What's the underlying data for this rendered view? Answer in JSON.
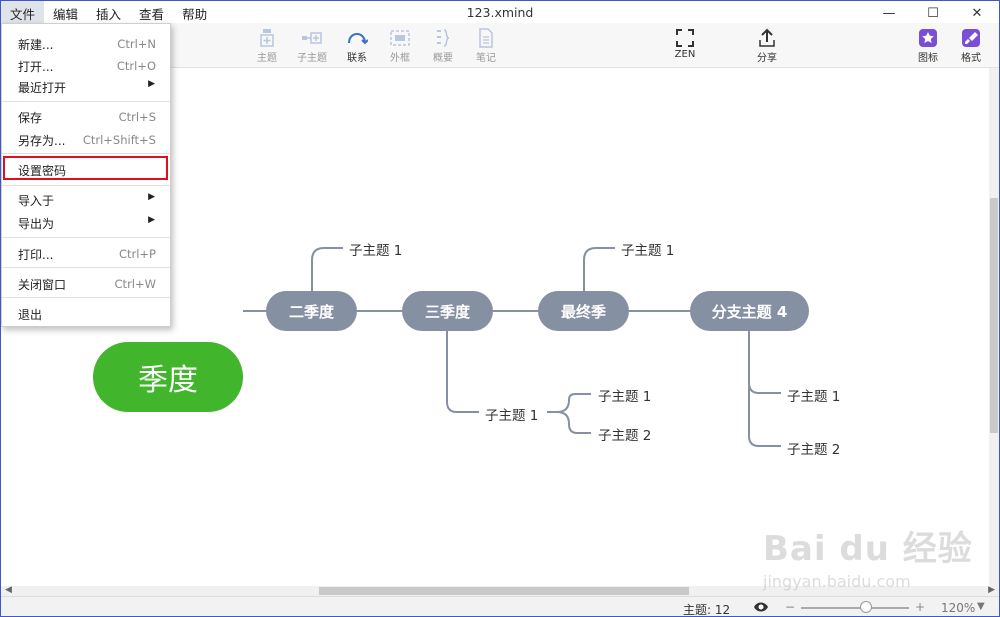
{
  "window": {
    "title": "123.xmind",
    "minimize": "—",
    "maximize": "☐",
    "close": "✕"
  },
  "menubar": [
    "文件",
    "编辑",
    "插入",
    "查看",
    "帮助"
  ],
  "toolbar": {
    "topic": "主题",
    "subtopic": "子主题",
    "relation": "联系",
    "boundary": "外框",
    "summary": "概要",
    "note": "笔记",
    "zen": "ZEN",
    "share": "分享",
    "icons": "图标",
    "format": "格式"
  },
  "file_menu": {
    "new": {
      "label": "新建...",
      "shortcut": "Ctrl+N"
    },
    "open": {
      "label": "打开...",
      "shortcut": "Ctrl+O"
    },
    "recent": {
      "label": "最近打开"
    },
    "save": {
      "label": "保存",
      "shortcut": "Ctrl+S"
    },
    "save_as": {
      "label": "另存为...",
      "shortcut": "Ctrl+Shift+S"
    },
    "set_password": {
      "label": "设置密码"
    },
    "import": {
      "label": "导入于"
    },
    "export": {
      "label": "导出为"
    },
    "print": {
      "label": "打印...",
      "shortcut": "Ctrl+P"
    },
    "close_window": {
      "label": "关闭窗口",
      "shortcut": "Ctrl+W"
    },
    "quit": {
      "label": "退出"
    },
    "submenu_arrow": "▶"
  },
  "mindmap": {
    "central": "季度",
    "branches": [
      "二季度",
      "三季度",
      "最终季",
      "分支主题 4"
    ],
    "subtopics": {
      "q2_top": "子主题 1",
      "q3_bottom": "子主题 1",
      "q3_bottom_child1": "子主题 1",
      "q3_bottom_child2": "子主题 2",
      "final_top": "子主题 1",
      "b4_child1": "子主题 1",
      "b4_child2": "子主题 2"
    }
  },
  "statusbar": {
    "topic_count": "主题: 12",
    "zoom_minus": "−",
    "zoom_plus": "+",
    "zoom_level": "120%",
    "zoom_fraction": 0.6
  },
  "watermark": {
    "brand": "Bai du 经验",
    "url": "jingyan.baidu.com"
  },
  "colors": {
    "central": "#41b52c",
    "branch": "#8590a3",
    "highlight_border": "#e0101a",
    "window_border": "#3f58c9"
  }
}
